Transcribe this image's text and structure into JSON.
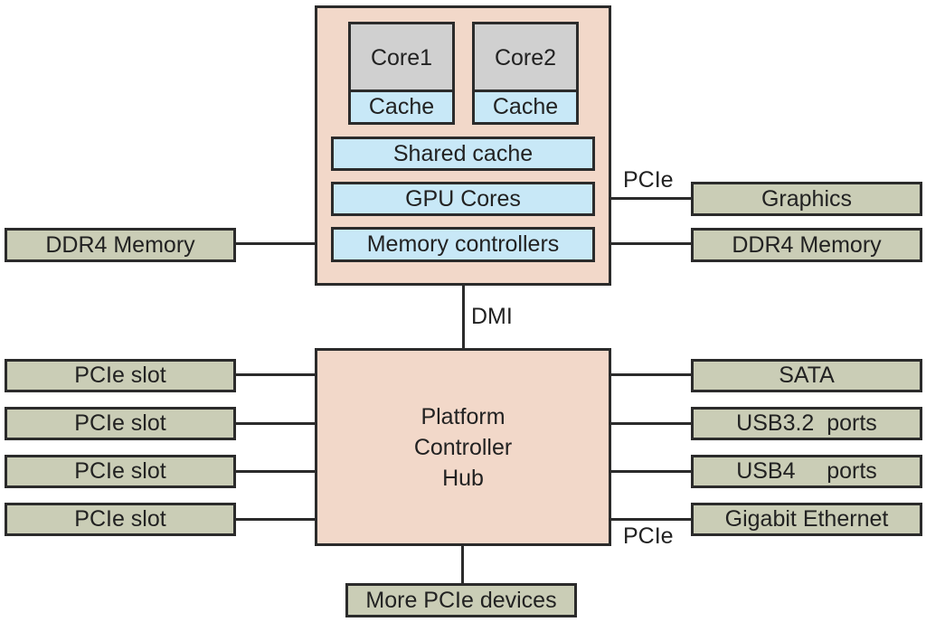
{
  "cpu": {
    "cores": [
      {
        "name": "Core1",
        "cache": "Cache"
      },
      {
        "name": "Core2",
        "cache": "Cache"
      }
    ],
    "shared_cache": "Shared cache",
    "gpu_cores": "GPU Cores",
    "memory_controllers": "Memory controllers"
  },
  "cpu_links": {
    "left_memory": "DDR4 Memory",
    "right_memory": "DDR4 Memory",
    "graphics": "Graphics",
    "graphics_bus_label": "PCIe",
    "dmi_label": "DMI"
  },
  "pch": {
    "title_lines": [
      "Platform",
      "Controller",
      "Hub"
    ],
    "left_devices": [
      "PCIe slot",
      "PCIe slot",
      "PCIe slot",
      "PCIe slot"
    ],
    "right_devices": [
      "SATA",
      "USB3.2  ports",
      "USB4     ports",
      "Gigabit Ethernet"
    ],
    "ethernet_bus_label": "PCIe",
    "bottom_device": "More PCIe devices"
  },
  "colors": {
    "chip_fill": "#f2d8c9",
    "core_fill": "#d0d0d0",
    "cache_fill": "#c8e8f7",
    "external_fill": "#cacdb6",
    "stroke": "#2b2b2b"
  }
}
